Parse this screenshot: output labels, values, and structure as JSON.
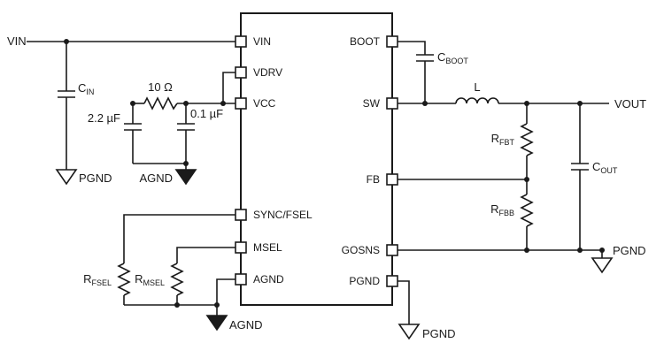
{
  "schematic": {
    "type": "buck-converter-typical-application-circuit"
  },
  "ic": {
    "pins_left": [
      "VIN",
      "VDRV",
      "VCC",
      "SYNC/FSEL",
      "MSEL",
      "AGND"
    ],
    "pins_right": [
      "BOOT",
      "SW",
      "FB",
      "GOSNS",
      "PGND"
    ]
  },
  "nets": {
    "vin": "VIN",
    "vout": "VOUT"
  },
  "values": {
    "vcc_filter_resistor": "10 Ω",
    "vcc_cap_1": "2.2 µF",
    "vcc_cap_2": "0.1 µF",
    "inductor": "L"
  },
  "parts": {
    "cin": {
      "prefix": "C",
      "sub": "IN"
    },
    "cboot": {
      "prefix": "C",
      "sub": "BOOT"
    },
    "cout": {
      "prefix": "C",
      "sub": "OUT"
    },
    "rfbt": {
      "prefix": "R",
      "sub": "FBT"
    },
    "rfbb": {
      "prefix": "R",
      "sub": "FBB"
    },
    "rfsel": {
      "prefix": "R",
      "sub": "FSEL"
    },
    "rmsel": {
      "prefix": "R",
      "sub": "MSEL"
    }
  },
  "grounds": {
    "pgnd_input": "PGND",
    "agnd_vcc": "AGND",
    "agnd_bottom": "AGND",
    "pgnd_ic": "PGND",
    "pgnd_output": "PGND"
  },
  "colors": {
    "wire": "#1a1a1a",
    "background": "#ffffff"
  }
}
